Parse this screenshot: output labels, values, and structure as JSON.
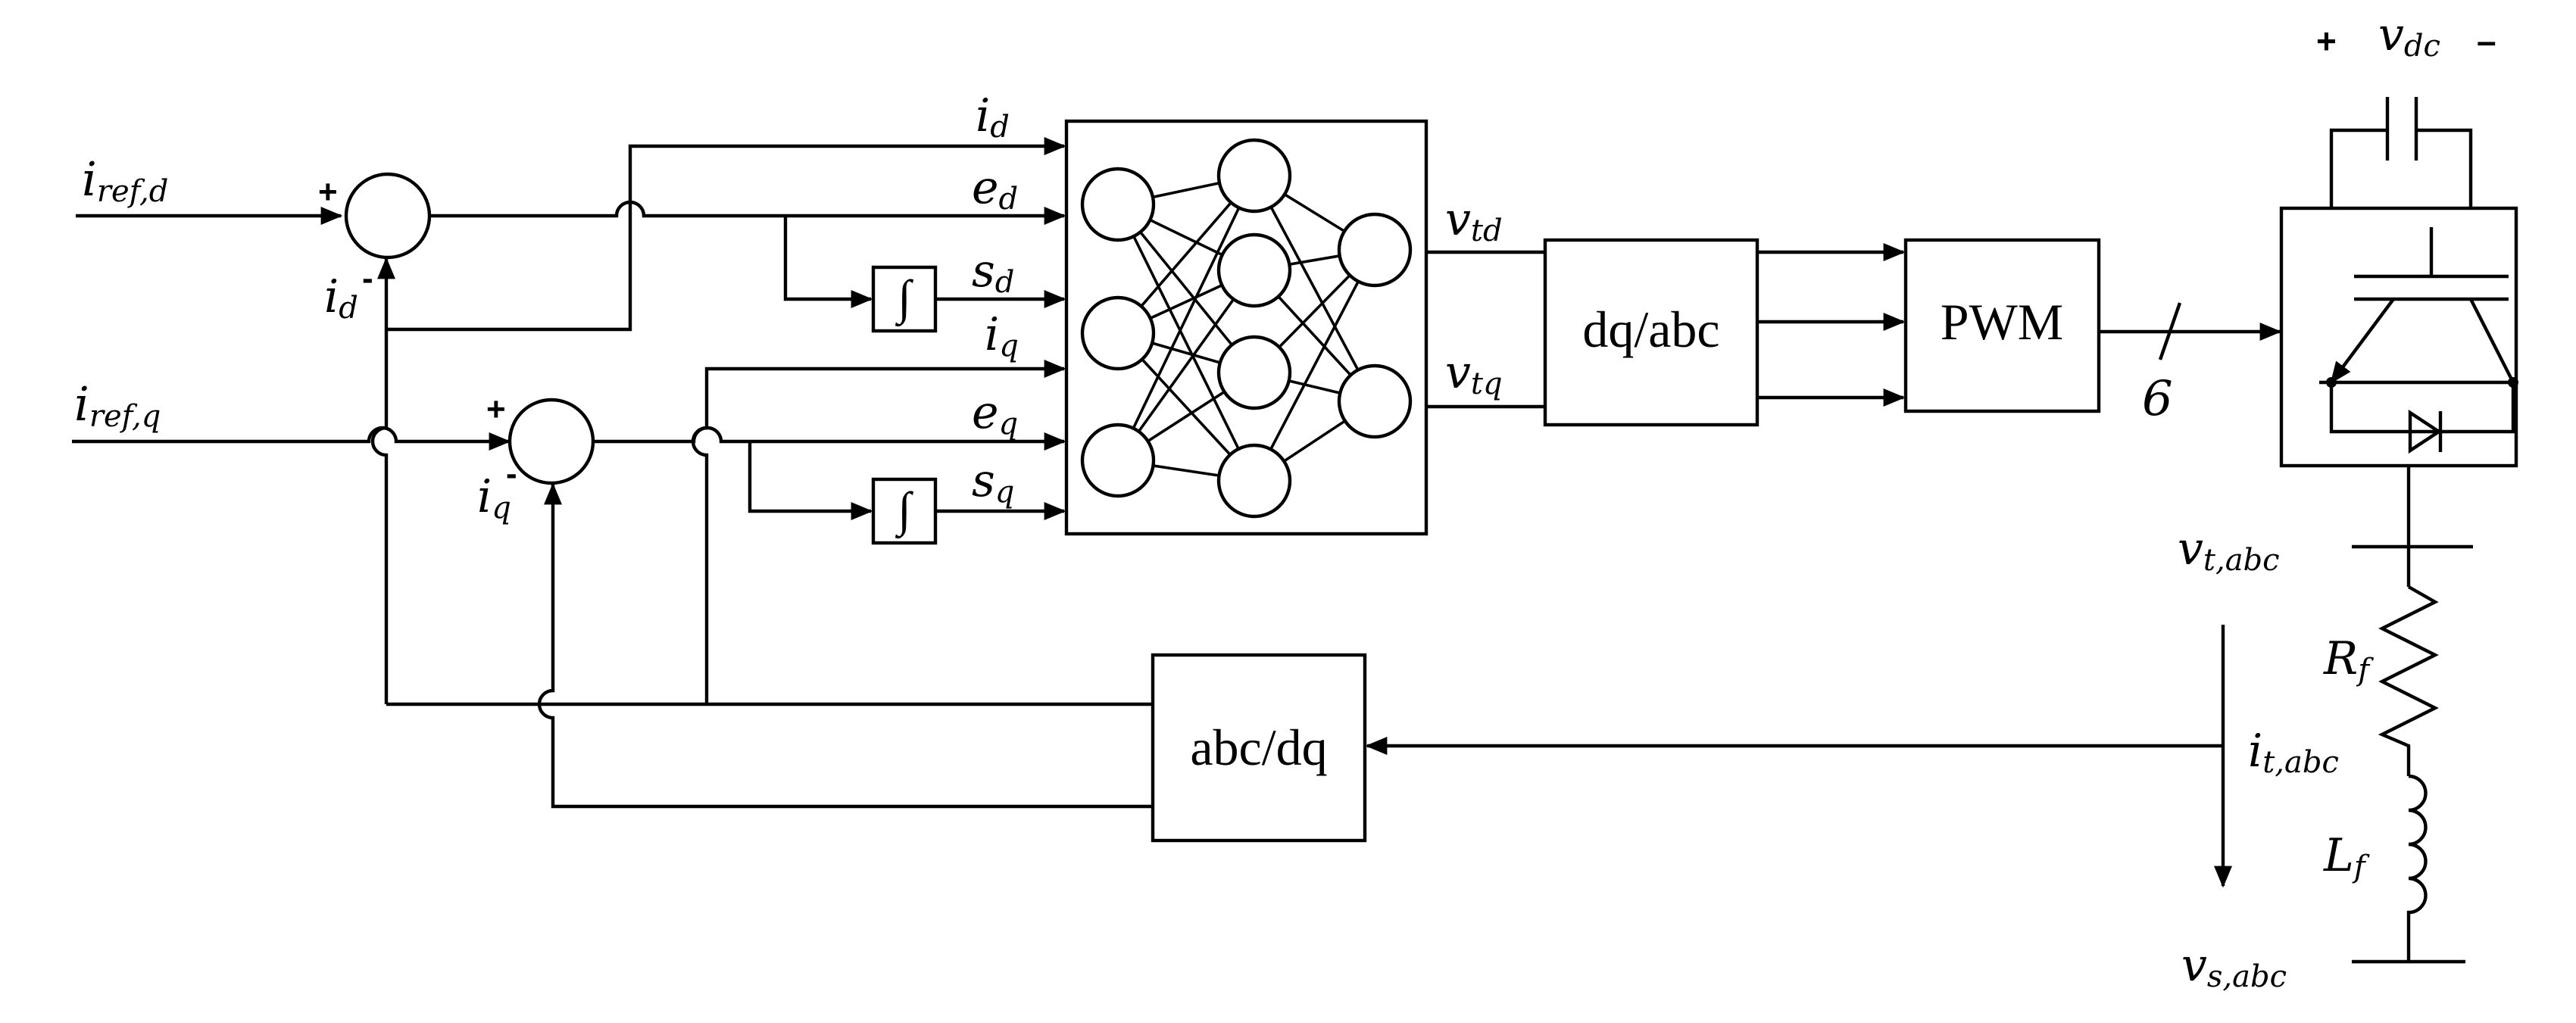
{
  "blocks": {
    "dq_abc": "dq/abc",
    "pwm": "PWM",
    "abc_dq": "abc/dq",
    "integrator_symbol": "∫"
  },
  "labels": {
    "iref_d": {
      "main": "i",
      "sub": "ref,d"
    },
    "iref_q": {
      "main": "i",
      "sub": "ref,q"
    },
    "fb_id": {
      "main": "i",
      "sub": "d"
    },
    "fb_iq": {
      "main": "i",
      "sub": "q"
    },
    "in_id": {
      "main": "i",
      "sub": "d"
    },
    "in_ed": {
      "main": "e",
      "sub": "d"
    },
    "in_sd": {
      "main": "s",
      "sub": "d"
    },
    "in_iq": {
      "main": "i",
      "sub": "q"
    },
    "in_eq": {
      "main": "e",
      "sub": "q"
    },
    "in_sq": {
      "main": "s",
      "sub": "q"
    },
    "v_td": {
      "main": "v",
      "sub": "td"
    },
    "v_tq": {
      "main": "v",
      "sub": "tq"
    },
    "v_dc": {
      "main": "v",
      "sub": "dc"
    },
    "v_tabc": {
      "main": "v",
      "sub": "t,abc"
    },
    "v_sabc": {
      "main": "v",
      "sub": "s,abc"
    },
    "i_tabc": {
      "main": "i",
      "sub": "t,abc"
    },
    "R_f": {
      "main": "R",
      "sub": "f"
    },
    "L_f": {
      "main": "L",
      "sub": "f"
    },
    "pwm_count": "6"
  },
  "signs": {
    "sum_d_plus": "+",
    "sum_d_minus": "-",
    "sum_q_plus": "+",
    "sum_q_minus": "-",
    "vdc_plus": "+",
    "vdc_minus": "–"
  }
}
